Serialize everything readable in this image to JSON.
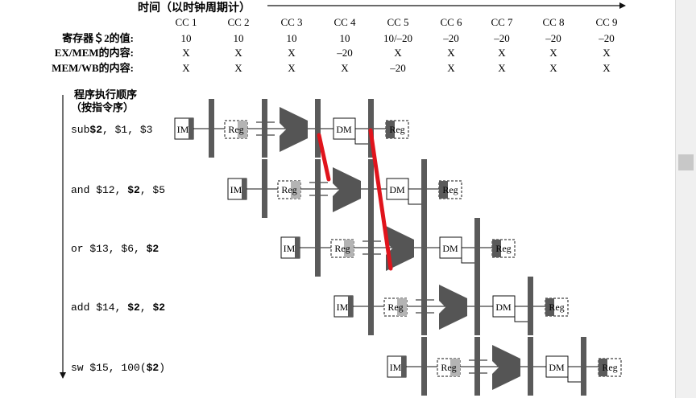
{
  "header": {
    "time_label": "时间（以时钟周期计）",
    "cycles": [
      "CC 1",
      "CC 2",
      "CC 3",
      "CC 4",
      "CC 5",
      "CC 6",
      "CC 7",
      "CC 8",
      "CC 9"
    ]
  },
  "value_rows": [
    {
      "label": "寄存器＄2的值:",
      "values": [
        "10",
        "10",
        "10",
        "10",
        "10/–20",
        "–20",
        "–20",
        "–20",
        "–20"
      ]
    },
    {
      "label": "EX/MEM的内容:",
      "values": [
        "X",
        "X",
        "X",
        "–20",
        "X",
        "X",
        "X",
        "X",
        "X"
      ]
    },
    {
      "label": "MEM/WB的内容:",
      "values": [
        "X",
        "X",
        "X",
        "X",
        "–20",
        "X",
        "X",
        "X",
        "X"
      ]
    }
  ],
  "order_label": [
    "程序执行顺序",
    "（按指令序）"
  ],
  "instructions": [
    {
      "parts": [
        {
          "t": "sub",
          "b": false
        },
        {
          "t": "$2",
          "b": true
        },
        {
          "t": ", $1, $3",
          "b": false
        }
      ]
    },
    {
      "parts": [
        {
          "t": "and $12, ",
          "b": false
        },
        {
          "t": "$2",
          "b": true
        },
        {
          "t": ", $5",
          "b": false
        }
      ]
    },
    {
      "parts": [
        {
          "t": "or $13, $6, ",
          "b": false
        },
        {
          "t": "$2",
          "b": true
        }
      ]
    },
    {
      "parts": [
        {
          "t": "add $14, ",
          "b": false
        },
        {
          "t": "$2",
          "b": true
        },
        {
          "t": ", ",
          "b": false
        },
        {
          "t": "$2",
          "b": true
        }
      ]
    },
    {
      "parts": [
        {
          "t": "sw $15, 100(",
          "b": false
        },
        {
          "t": "$2",
          "b": true
        },
        {
          "t": ")",
          "b": false
        }
      ]
    }
  ],
  "stage_labels": {
    "im": "IM",
    "reg": "Reg",
    "dm": "DM"
  },
  "colors": {
    "ink": "#111111",
    "latch": "#5a5a5a",
    "alu": "#555555",
    "shade": "#b4b4b4",
    "forward": "#e0141c"
  }
}
